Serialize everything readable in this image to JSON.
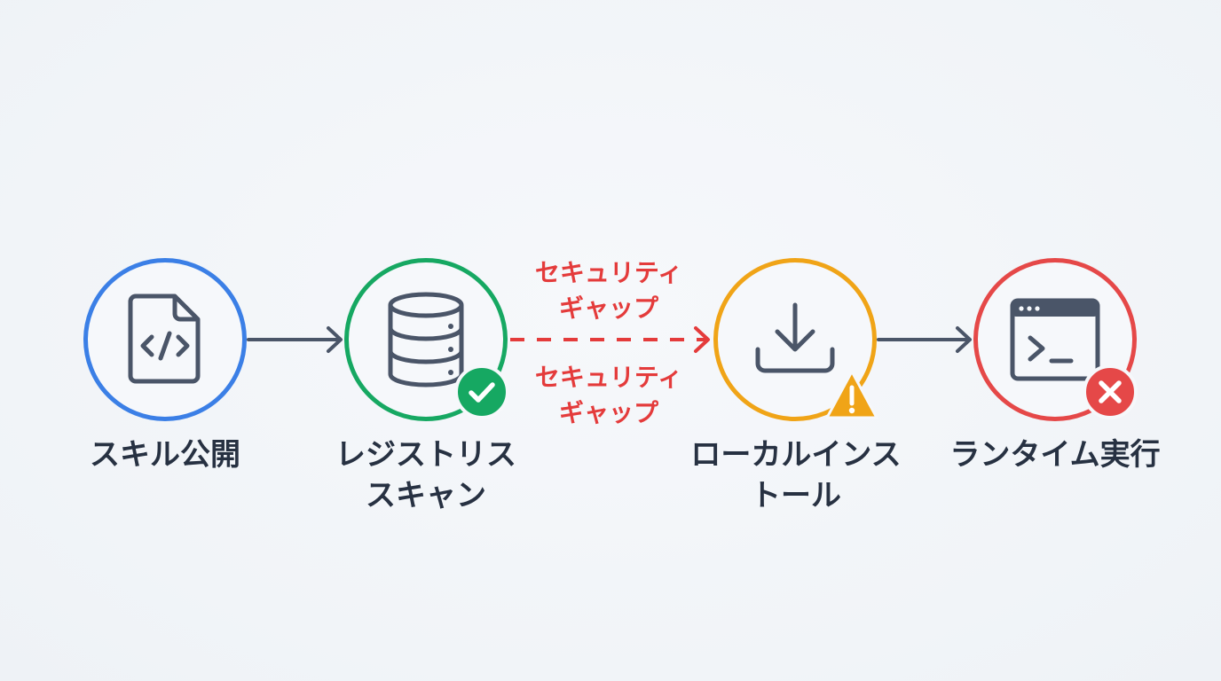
{
  "colors": {
    "publish": "#3b7fe6",
    "scan": "#16a862",
    "install": "#f0a417",
    "runtime": "#e54848",
    "connector": "#4a5568",
    "gap": "#e43b3b",
    "text": "#273142"
  },
  "steps": [
    {
      "label": "スキル公開",
      "icon": "code-file-icon"
    },
    {
      "label": "レジストリス\nスキャン",
      "icon": "database-icon",
      "status": "check-icon"
    },
    {
      "label": "ローカルインス\nトール",
      "icon": "download-icon",
      "status": "warning-icon"
    },
    {
      "label": "ランタイム実行",
      "icon": "terminal-window-icon",
      "status": "error-x-icon"
    }
  ],
  "gap": {
    "top": "セキュリティ\nギャップ",
    "bottom": "セキュリティ\nギャップ"
  }
}
